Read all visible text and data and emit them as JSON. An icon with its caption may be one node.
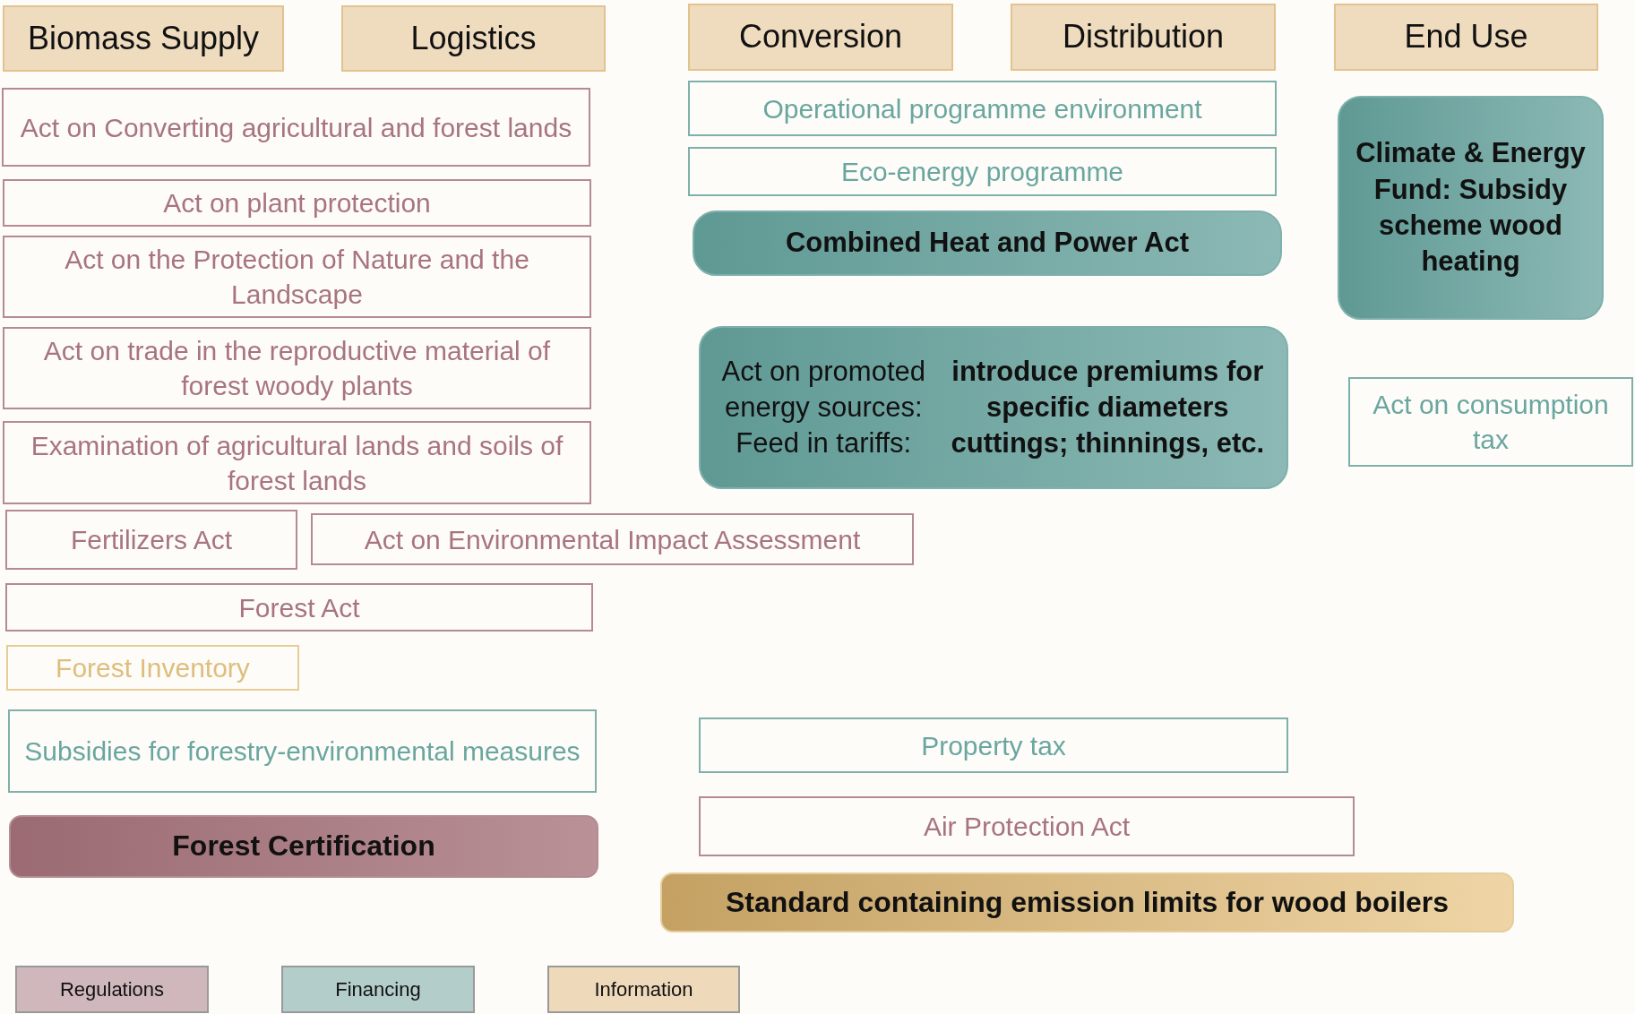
{
  "diagram": {
    "nodes": [
      {
        "text": [
          "Biomass Supply"
        ]
      },
      {
        "text": [
          "Logistics"
        ]
      },
      {
        "text": [
          "Conversion"
        ]
      },
      {
        "text": [
          "Distribution"
        ]
      },
      {
        "text": [
          "End Use"
        ]
      },
      {
        "text": [
          "Act on Converting agricultural and forest lands"
        ]
      },
      {
        "text": [
          "Act on plant protection"
        ]
      },
      {
        "text": [
          "Act on the Protection of Nature and the Landscape"
        ]
      },
      {
        "text": [
          "Act on trade in the reproductive material of forest woody plants"
        ]
      },
      {
        "text": [
          "Examination of agricultural lands and soils of forest lands"
        ]
      },
      {
        "text": [
          "Fertilizers Act"
        ]
      },
      {
        "text": [
          "Act on Environmental Impact Assessment"
        ]
      },
      {
        "text": [
          "Forest Act"
        ]
      },
      {
        "text": [
          "Forest Inventory"
        ]
      },
      {
        "text": [
          "Subsidies for forestry-environmental measures"
        ]
      },
      {
        "text": [
          "Forest Certification"
        ]
      },
      {
        "text": [
          "Operational programme environment"
        ]
      },
      {
        "text": [
          "Eco-energy programme"
        ]
      },
      {
        "text": [
          "Combined Heat and Power Act"
        ]
      },
      {
        "text": [
          "Act on promoted energy sources: Feed in tariffs: **introduce premiums for specific diameters cuttings; thinnings, etc.**"
        ]
      },
      {
        "text": [
          "Climate & Energy Fund: Subsidy scheme wood heating"
        ]
      },
      {
        "text": [
          "Act on consumption tax"
        ]
      },
      {
        "text": [
          "Property tax"
        ]
      },
      {
        "text": [
          "Air Protection Act"
        ]
      },
      {
        "text": [
          "Standard containing emission limits for wood boilers"
        ]
      }
    ],
    "legend": [
      {
        "text": "Regulations",
        "color": "#cfb7bc"
      },
      {
        "text": "Financing",
        "color": "#b3cdca"
      },
      {
        "text": "Information",
        "color": "#eed9bb"
      }
    ]
  }
}
